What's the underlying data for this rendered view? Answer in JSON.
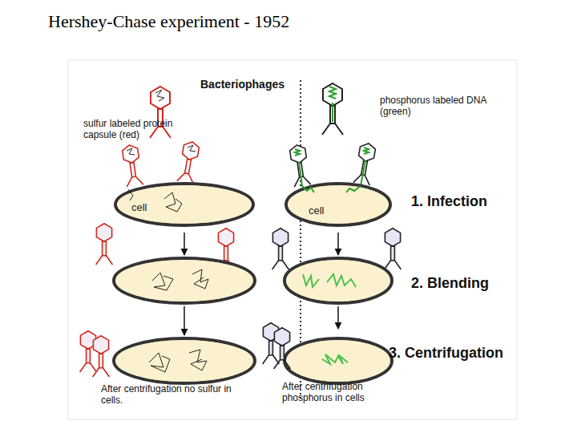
{
  "diagram": {
    "title": "Hershey-Chase experiment - 1952",
    "nodes": [
      {
        "text": [
          "cell"
        ]
      },
      {
        "text": [
          "cell"
        ]
      }
    ],
    "labels": [
      "Bacteriophages",
      "sulfur labeled protein capsule (red)",
      "phosphorus labeled DNA (green)",
      "1. Infection",
      "2. Blending",
      "3. Centrifugation",
      "After centrifugation no sulfur in cells.",
      "After centrifugation phosphorus in cells"
    ]
  }
}
